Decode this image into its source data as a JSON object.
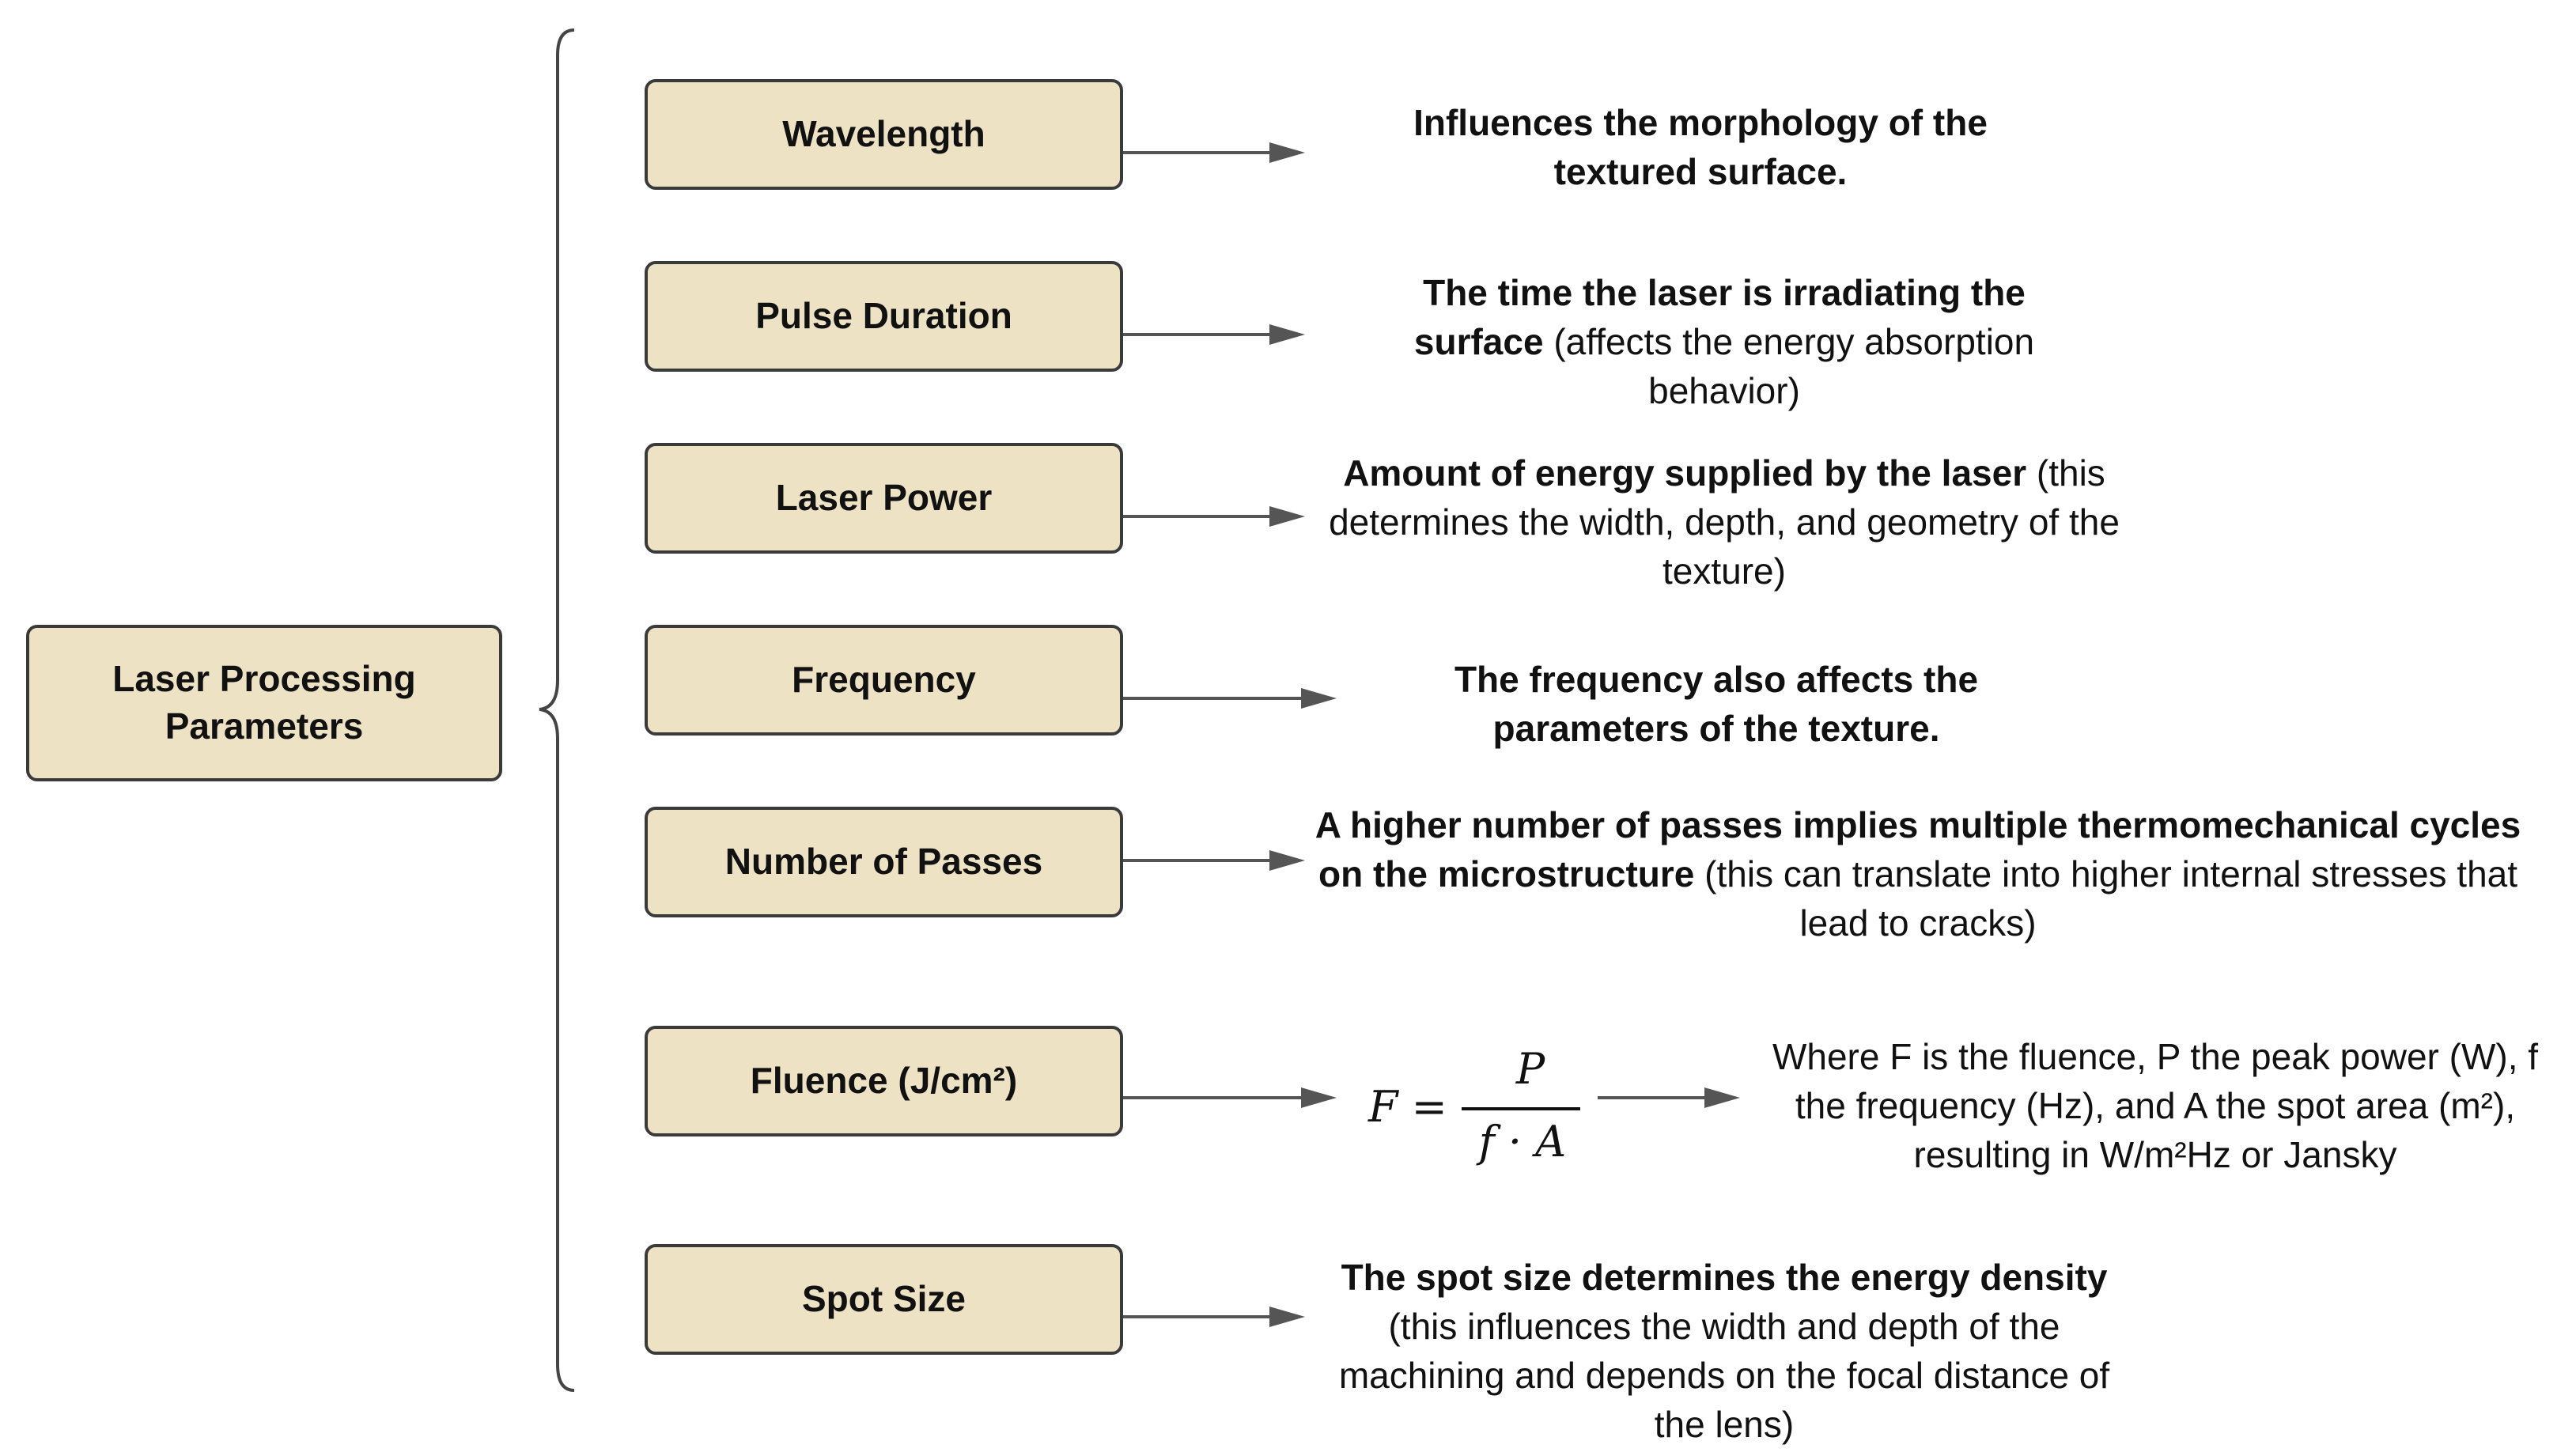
{
  "root": {
    "label": "Laser Processing Parameters"
  },
  "parameters": [
    {
      "label": "Wavelength",
      "description_bold": "Influences the morphology of the textured surface.",
      "description_regular": ""
    },
    {
      "label": "Pulse Duration",
      "description_bold": "The time the laser is irradiating the surface",
      "description_regular": " (affects the energy absorption behavior)"
    },
    {
      "label": "Laser Power",
      "description_bold": "Amount of energy supplied by the laser",
      "description_regular": " (this determines the width, depth, and geometry of the texture)"
    },
    {
      "label": "Frequency",
      "description_bold": "The frequency also affects the parameters of the texture.",
      "description_regular": ""
    },
    {
      "label": "Number of Passes",
      "description_bold": "A higher number of passes implies multiple thermomechanical cycles on the microstructure",
      "description_regular": " (this can translate into higher internal stresses that lead to cracks)"
    },
    {
      "label": "Fluence (J/cm²)",
      "description_bold": "",
      "description_regular": "Where F is the fluence, P the peak power (W), f the frequency (Hz), and A the spot area (m²), resulting in W/m²Hz or Jansky"
    },
    {
      "label": "Spot Size",
      "description_bold": "The spot size determines the energy density",
      "description_regular": " (this influences the width and depth of the machining and depends on the focal distance of the lens)"
    }
  ],
  "formula": {
    "lhs": "F =",
    "numerator": "P",
    "denominator": "f · A"
  },
  "colors": {
    "box_fill": "#ede3c4",
    "box_border": "#3a3a3a",
    "arrow": "#555555",
    "text": "#111111"
  }
}
